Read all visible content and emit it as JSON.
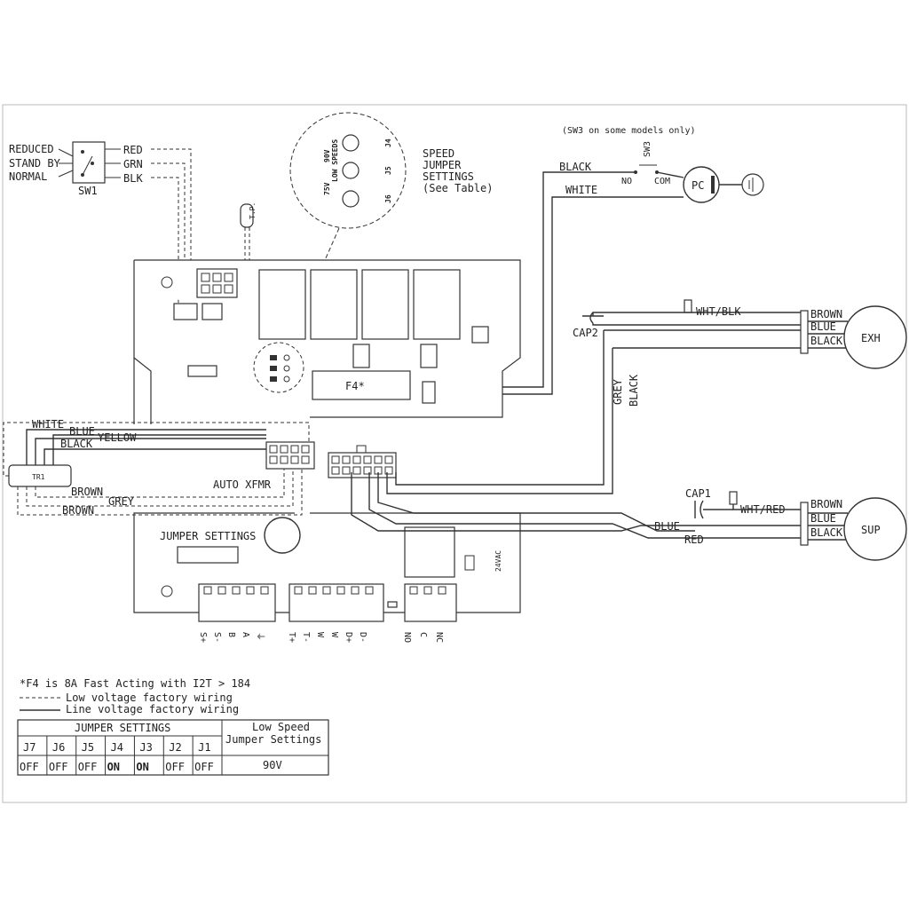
{
  "switch_sw1": {
    "modes": [
      "REDUCED",
      "STAND BY",
      "NORMAL"
    ],
    "wires": [
      "RED",
      "GRN",
      "BLK"
    ],
    "label": "SW1"
  },
  "tp_label": "T.P.",
  "speed_detail": {
    "low_speeds": "LOW SPEEDS",
    "v90": "90V",
    "v75": "75V",
    "j4": "J4",
    "j5": "J5",
    "j6": "J6",
    "note_lines": [
      "SPEED",
      "JUMPER",
      "SETTINGS",
      "(See Table)"
    ]
  },
  "sw3": {
    "note": "(SW3 on some models only)",
    "label": "SW3",
    "no": "NO",
    "com": "COM",
    "black": "BLACK",
    "white": "WHITE",
    "pc": "PC"
  },
  "board": {
    "fuse": "F4*",
    "auto_xfmr": "AUTO XFMR",
    "jumper_settings": "JUMPER SETTINGS",
    "vac": "24VAC",
    "tr1": "TR1"
  },
  "xfmr_wires": {
    "white": "WHITE",
    "blue": "BLUE",
    "yellow": "YELLOW",
    "black": "BLACK",
    "brown1": "BROWN",
    "grey": "GREY",
    "brown2": "BROWN"
  },
  "exh_motor": {
    "cap": "CAP2",
    "wht_blk": "WHT/BLK",
    "leads": [
      "BROWN",
      "BLUE",
      "BLACK"
    ],
    "label": "EXH"
  },
  "sup_motor": {
    "cap": "CAP1",
    "wht_red": "WHT/RED",
    "leads": [
      "BROWN",
      "BLUE",
      "BLACK"
    ],
    "label": "SUP"
  },
  "vertical_wires": {
    "grey": "GREY",
    "black": "BLACK"
  },
  "cap1_wires": {
    "blue": "BLUE",
    "red": "RED"
  },
  "terminals": {
    "group1": [
      "S+",
      "S-",
      "B",
      "A",
      "⏚"
    ],
    "group2": [
      "T+",
      "T-",
      "W",
      "W",
      "D+",
      "D-"
    ],
    "group3": [
      "NO",
      "C",
      "NC"
    ]
  },
  "notes": {
    "fuse": "*F4 is 8A Fast Acting with I2T > 184",
    "low_voltage": "Low voltage factory wiring",
    "line_voltage": "Line voltage factory wiring"
  },
  "jumper_table": {
    "header": "JUMPER SETTINGS",
    "low_speed_header_1": "Low Speed",
    "low_speed_header_2": "Jumper Settings",
    "columns": [
      "J7",
      "J6",
      "J5",
      "J4",
      "J3",
      "J2",
      "J1"
    ],
    "values": [
      "OFF",
      "OFF",
      "OFF",
      "ON",
      "ON",
      "OFF",
      "OFF"
    ],
    "low_speed_value": "90V"
  }
}
